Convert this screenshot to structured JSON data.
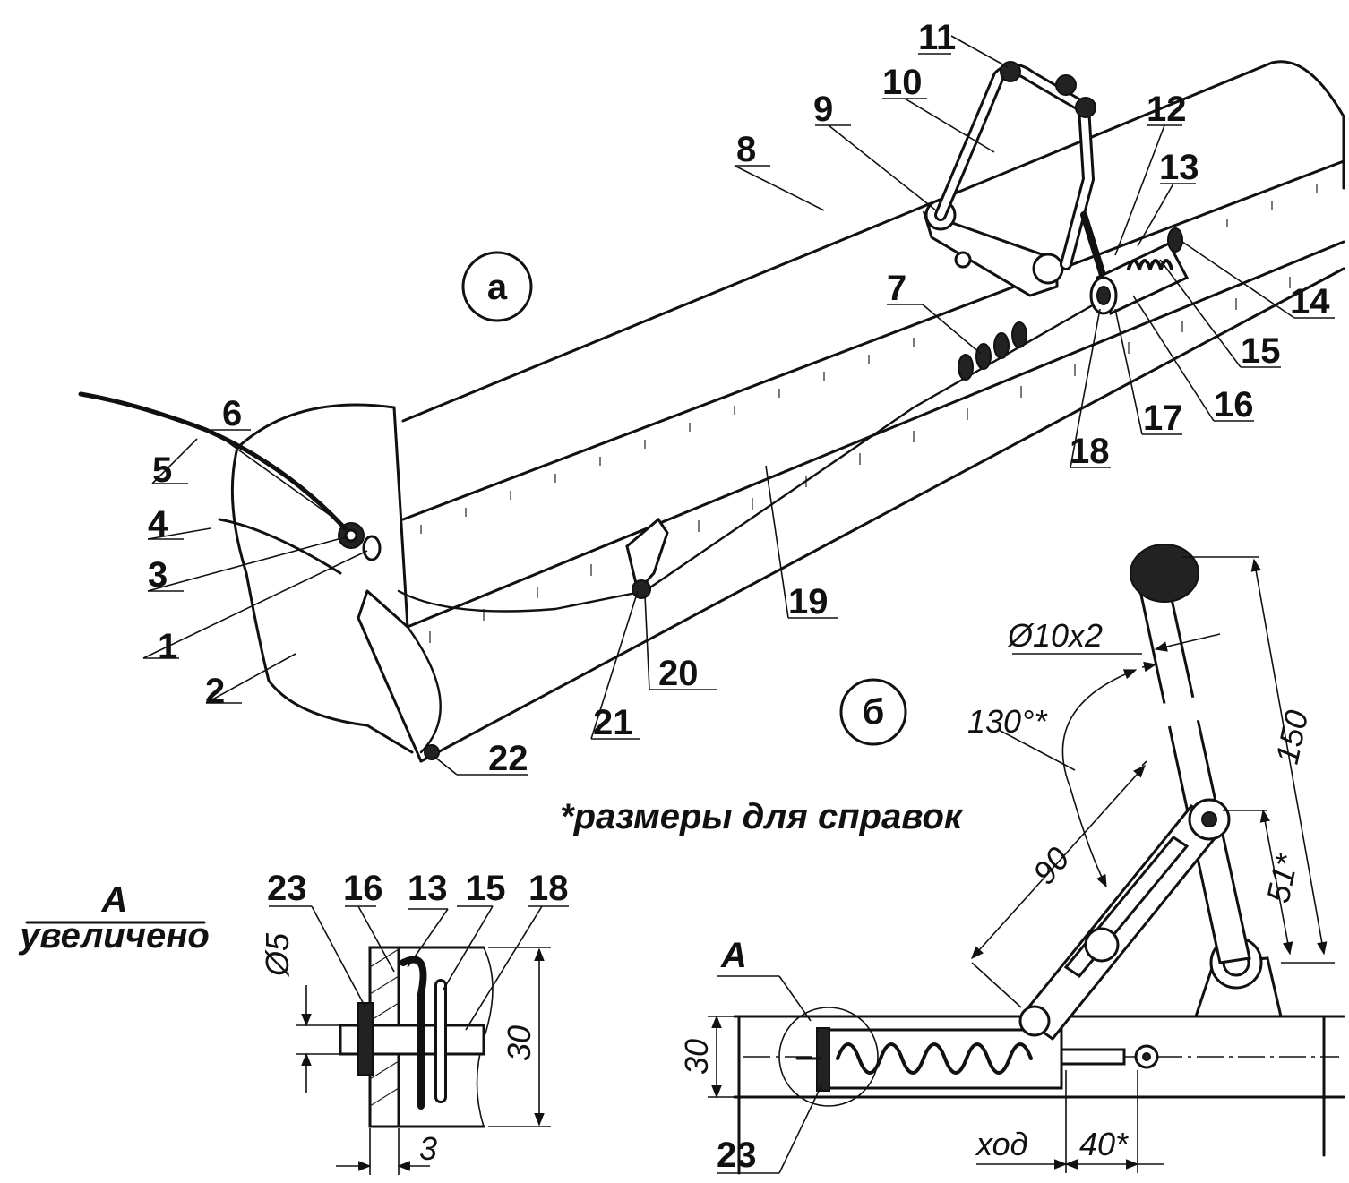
{
  "views": {
    "a_label": "а",
    "b_label": "б"
  },
  "note": "*размеры для справок",
  "detail": {
    "title": "А",
    "subtitle": "увеличено",
    "ref_letter": "А"
  },
  "callouts": [
    "1",
    "2",
    "3",
    "4",
    "5",
    "6",
    "7",
    "8",
    "9",
    "10",
    "11",
    "12",
    "13",
    "14",
    "15",
    "16",
    "17",
    "18",
    "19",
    "20",
    "21",
    "22"
  ],
  "detail_callouts": [
    "23",
    "16",
    "13",
    "15",
    "18"
  ],
  "view_b_callout": "23",
  "dimensions": {
    "tube": "Ø10x2",
    "angle": "130°*",
    "lever_length": "150",
    "arm_length": "90",
    "offset": "51*",
    "height": "30",
    "travel_label": "ход",
    "travel": "40*",
    "detail_rod": "Ø5",
    "detail_height": "30",
    "detail_thickness": "3"
  }
}
